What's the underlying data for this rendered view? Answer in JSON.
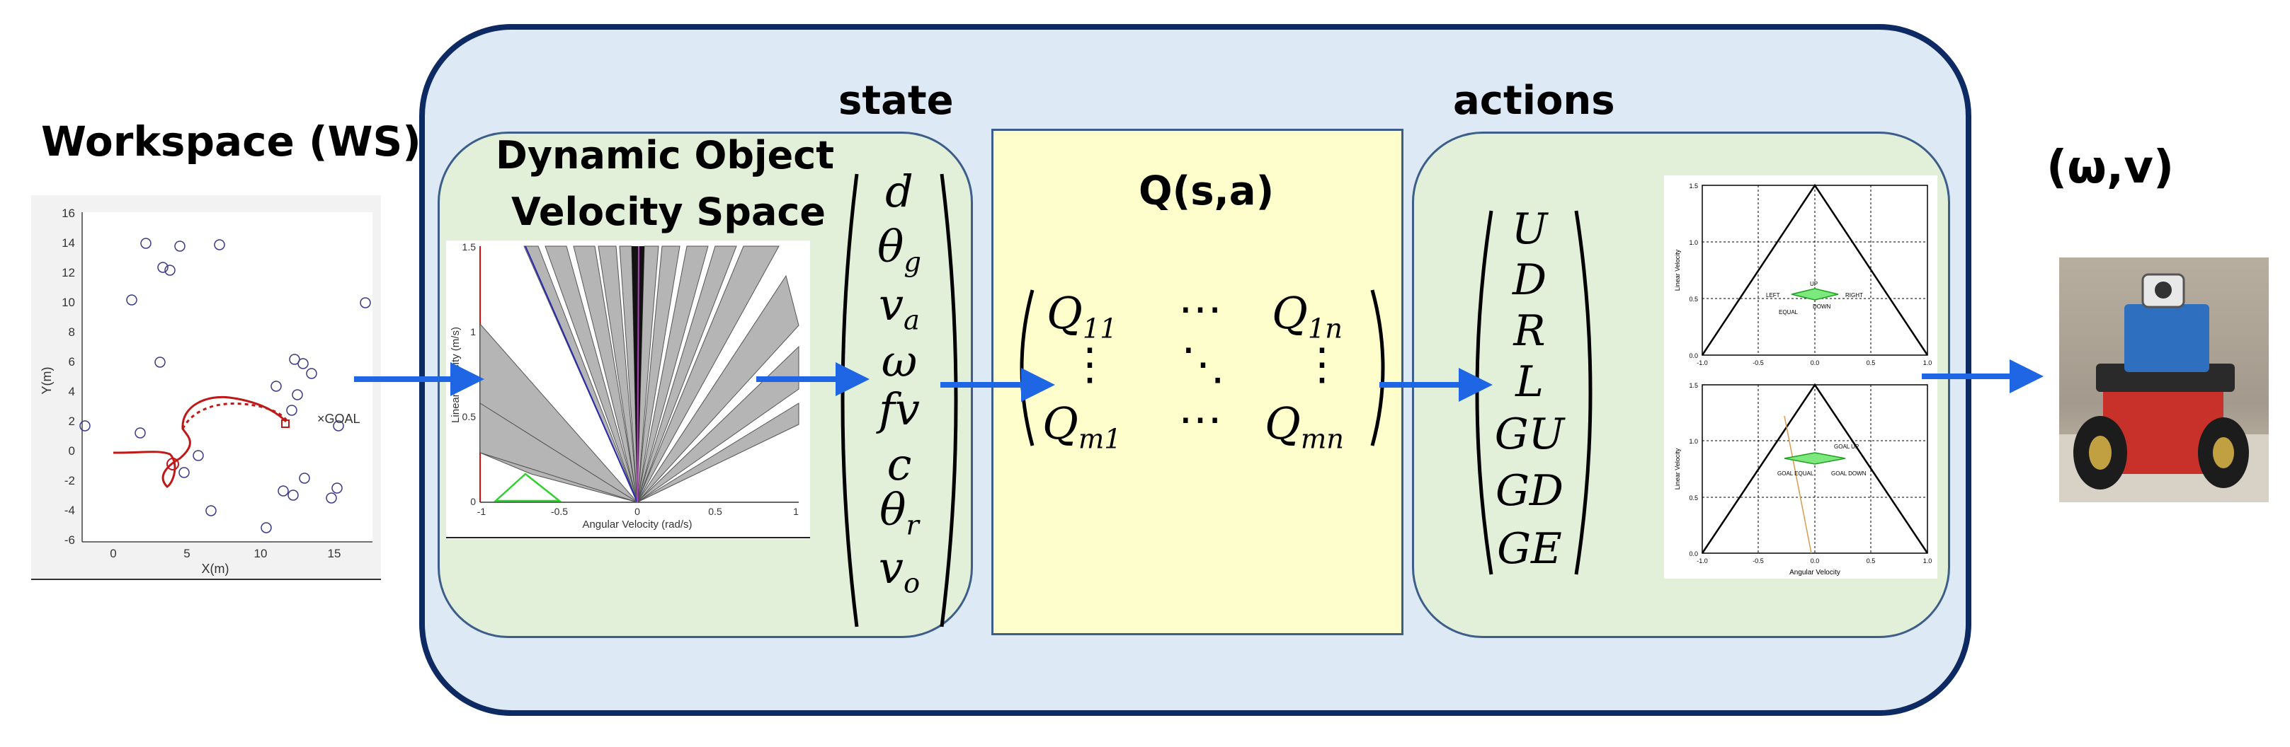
{
  "labels": {
    "workspace": "Workspace (WS)",
    "state": "state",
    "actions": "actions",
    "dovs_line1": "Dynamic Object",
    "dovs_line2": "Velocity Space",
    "qsa": "Q(s,a)",
    "output": "(ω,v)"
  },
  "state_vector": [
    {
      "base": "d",
      "sub": ""
    },
    {
      "base": "θ",
      "sub": "g"
    },
    {
      "base": "v",
      "sub": "a"
    },
    {
      "base": "ω",
      "sub": ""
    },
    {
      "base": "fv",
      "sub": ""
    },
    {
      "base": "c",
      "sub": ""
    },
    {
      "base": "θ",
      "sub": "r"
    },
    {
      "base": "v",
      "sub": "o"
    }
  ],
  "action_vector": [
    "U",
    "D",
    "R",
    "L",
    "GU",
    "GD",
    "GE"
  ],
  "q_matrix": {
    "q11": {
      "base": "Q",
      "sub": "11"
    },
    "q1n": {
      "base": "Q",
      "sub": "1n"
    },
    "qm1": {
      "base": "Q",
      "sub": "m1"
    },
    "qmn": {
      "base": "Q",
      "sub": "mn"
    },
    "hdots": "⋯",
    "vdots": "⋮",
    "ddots": "⋱"
  },
  "workspace_plot": {
    "xlabel": "X(m)",
    "ylabel": "Y(m)",
    "goal": "×GOAL",
    "xticks": [
      "0",
      "5",
      "10",
      "15"
    ],
    "yticks": [
      "16",
      "14",
      "12",
      "10",
      "8",
      "6",
      "4",
      "2",
      "0",
      "-2",
      "-4",
      "-6"
    ]
  },
  "dovs_plot": {
    "xlabel": "Angular Velocity (rad/s)",
    "ylabel": "Linear Velocity (m/s)",
    "xticks": [
      "-1",
      "-0.5",
      "0",
      "0.5",
      "1"
    ],
    "yticks": [
      "1.5",
      "1",
      "0.5",
      "0"
    ]
  },
  "action_plots": {
    "xlabel": "Angular Velocity",
    "ylabel": "Linear Velocity",
    "xticks": [
      "-1.0",
      "-0.5",
      "0.0",
      "0.5",
      "1.0"
    ],
    "yticks": [
      "1.5",
      "1.0",
      "0.5",
      "0.0"
    ],
    "top_labels": {
      "up": "UP",
      "down": "DOWN",
      "left": "LEFT",
      "right": "RIGHT",
      "equal": "EQUAL"
    },
    "bottom_labels": {
      "goal_up": "GOAL UP",
      "goal_down": "GOAL DOWN",
      "goal_equal": "GOAL EQUAL"
    }
  },
  "colors": {
    "panel_border": "#0e2a63",
    "panel_fill": "#dde9f5",
    "green_fill": "#e2efd9",
    "q_fill": "#fefecc",
    "arrow": "#1f66e5"
  }
}
